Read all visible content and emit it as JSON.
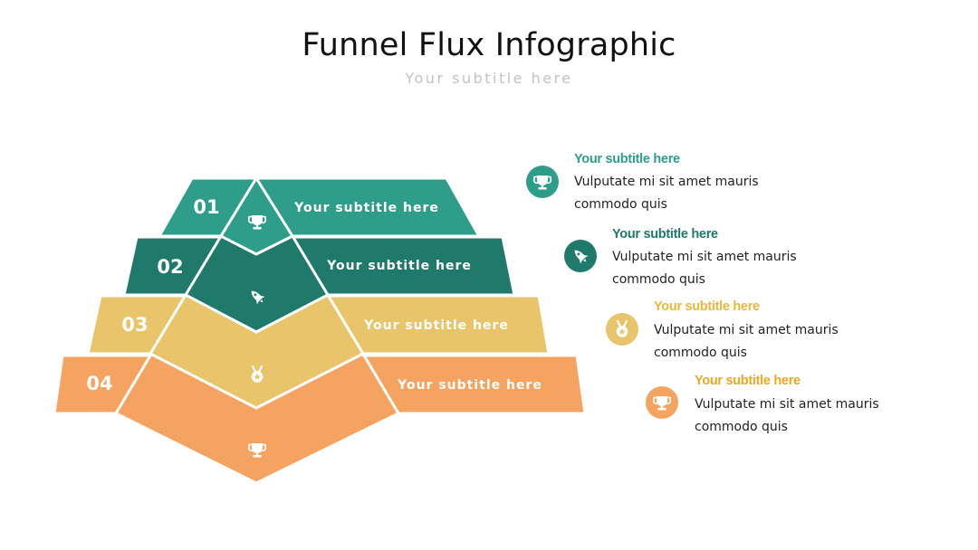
{
  "header": {
    "title": "Funnel Flux Infographic",
    "subtitle": "Your subtitle here"
  },
  "colors": {
    "teal": "#2e9e8b",
    "dark_teal": "#1f7a6c",
    "yellow": "#e8c46a",
    "orange": "#f4a460",
    "yellow_title": "#e4b93e",
    "orange_title": "#e8a926"
  },
  "funnel": {
    "levels": [
      {
        "number": "01",
        "label": "Your subtitle here",
        "icon": "trophy-icon"
      },
      {
        "number": "02",
        "label": "Your subtitle here",
        "icon": "rocket-icon"
      },
      {
        "number": "03",
        "label": "Your subtitle here",
        "icon": "medal-icon"
      },
      {
        "number": "04",
        "label": "Your subtitle here",
        "icon": "trophy-icon"
      }
    ]
  },
  "items": [
    {
      "title": "Your subtitle here",
      "text": "Vulputate mi sit amet mauris commodo quis",
      "icon": "trophy-icon"
    },
    {
      "title": "Your subtitle here",
      "text": "Vulputate mi sit amet mauris commodo quis",
      "icon": "rocket-icon"
    },
    {
      "title": "Your subtitle here",
      "text": "Vulputate mi sit amet mauris commodo quis",
      "icon": "medal-icon"
    },
    {
      "title": "Your subtitle here",
      "text": "Vulputate mi sit amet mauris commodo quis",
      "icon": "trophy-icon"
    }
  ]
}
